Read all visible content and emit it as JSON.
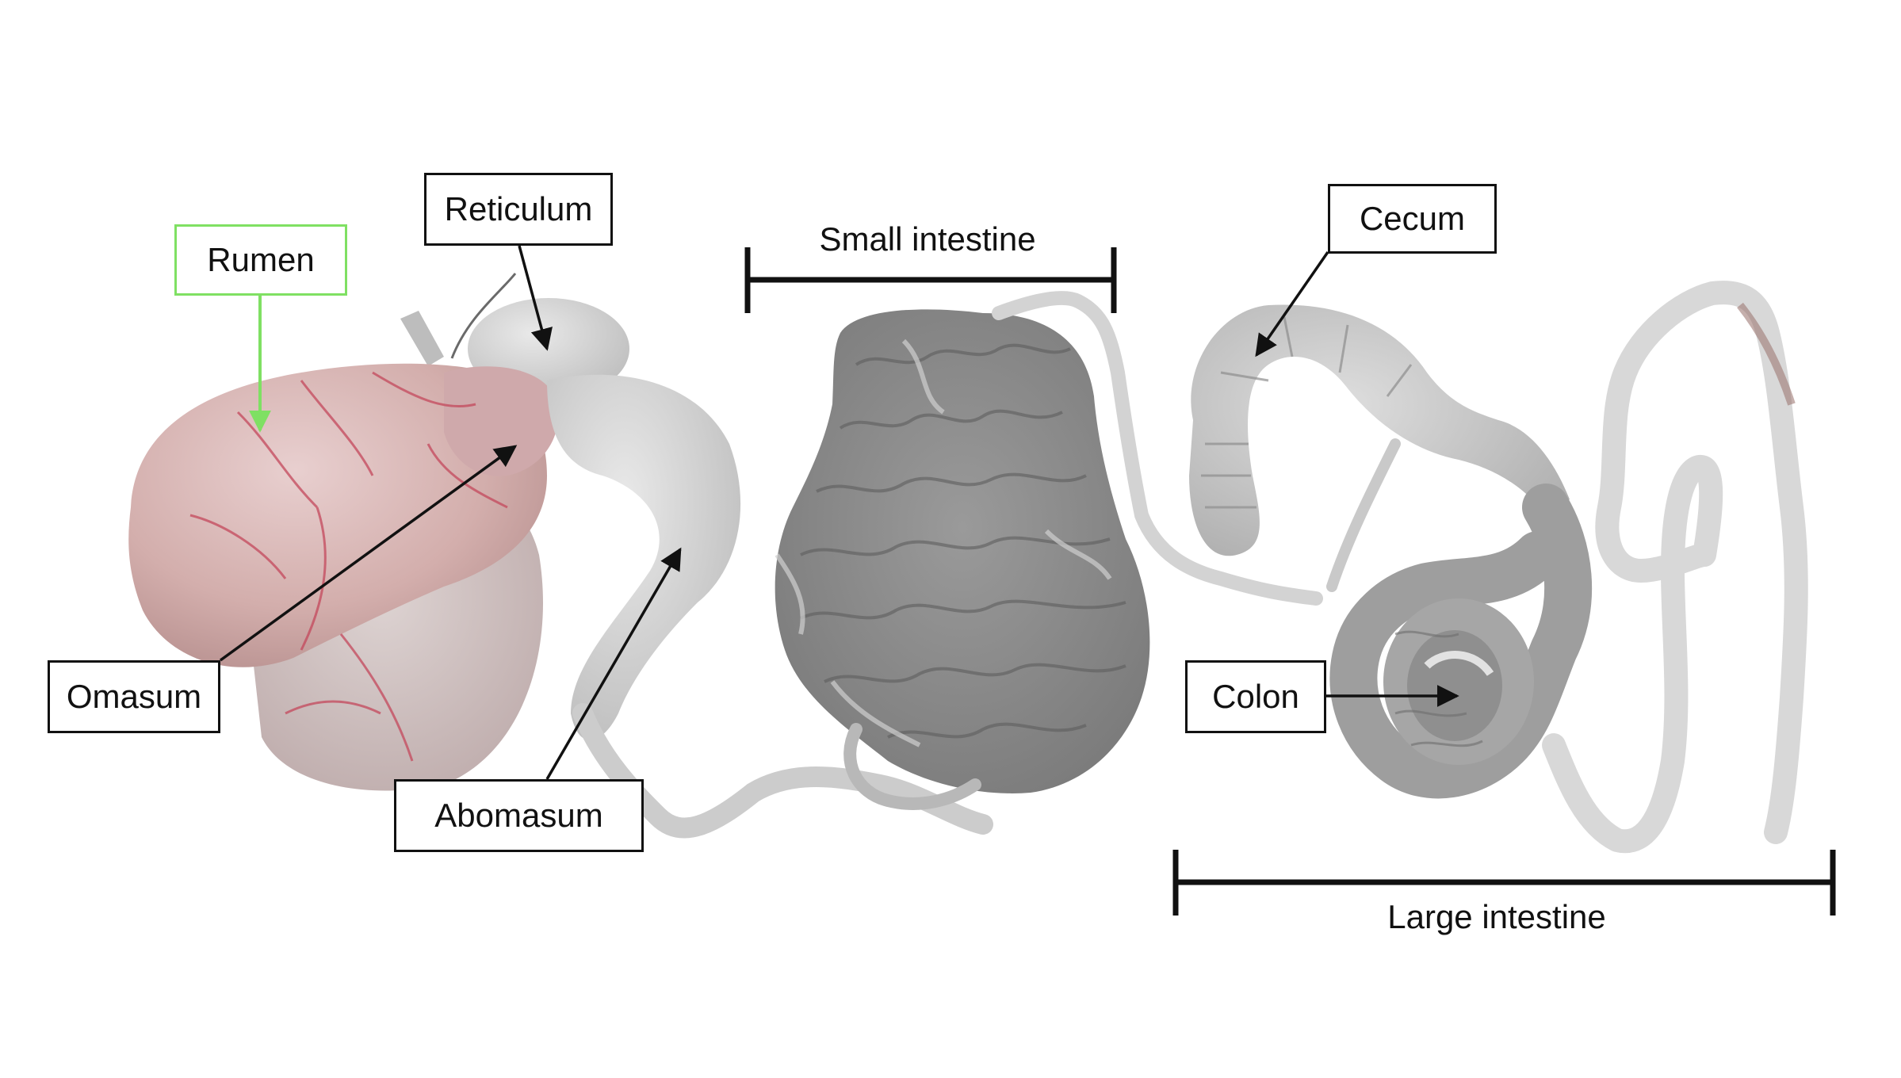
{
  "labels": {
    "rumen": "Rumen",
    "reticulum": "Reticulum",
    "omasum": "Omasum",
    "abomasum": "Abomasum",
    "cecum": "Cecum",
    "colon": "Colon"
  },
  "brackets": {
    "small_intestine": "Small intestine",
    "large_intestine": "Large intestine"
  },
  "colors": {
    "rumen_highlight": "#7fe063",
    "rumen_tissue": "#d6b0ae",
    "vessels": "#c4485c",
    "gray_tissue": "#9c9c9c",
    "light_tissue": "#d9d9d9",
    "arrows": "#111111"
  }
}
